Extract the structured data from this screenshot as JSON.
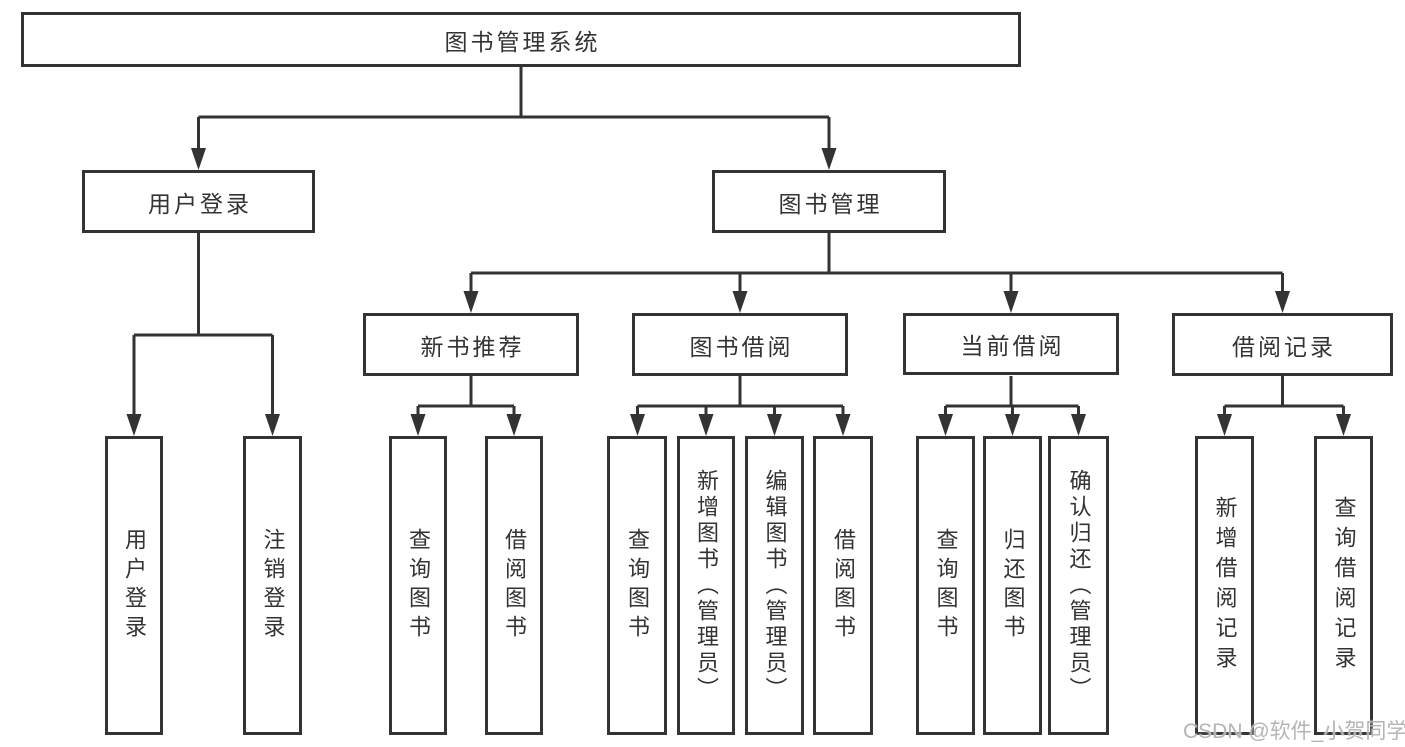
{
  "diagram": {
    "type": "tree",
    "title": "图书管理系统",
    "colors": {
      "line": "#333333",
      "text": "#333333",
      "box_background": "#ffffff",
      "page_background": "#ffffff",
      "watermark": "#b5b5b5"
    },
    "nodes": {
      "root": {
        "label": "图书管理系统",
        "children": [
          "user_login",
          "book_mgmt"
        ]
      },
      "user_login": {
        "label": "用户登录",
        "children": [
          "leaf_user_login",
          "leaf_logout"
        ]
      },
      "book_mgmt": {
        "label": "图书管理",
        "children": [
          "new_books",
          "book_borrow",
          "current_borrow",
          "borrow_records"
        ]
      },
      "new_books": {
        "label": "新书推荐",
        "children": [
          "leaf_nb_query",
          "leaf_nb_borrow"
        ]
      },
      "book_borrow": {
        "label": "图书借阅",
        "children": [
          "leaf_bb_query",
          "leaf_bb_add",
          "leaf_bb_edit",
          "leaf_bb_borrow"
        ]
      },
      "current_borrow": {
        "label": "当前借阅",
        "children": [
          "leaf_cb_query",
          "leaf_cb_return",
          "leaf_cb_confirm"
        ]
      },
      "borrow_records": {
        "label": "借阅记录",
        "children": [
          "leaf_br_add",
          "leaf_br_query"
        ]
      },
      "leaf_user_login": {
        "label": "用户登录"
      },
      "leaf_logout": {
        "label": "注销登录"
      },
      "leaf_nb_query": {
        "label": "查询图书"
      },
      "leaf_nb_borrow": {
        "label": "借阅图书"
      },
      "leaf_bb_query": {
        "label": "查询图书"
      },
      "leaf_bb_add": {
        "label": "新增图书（管理员）"
      },
      "leaf_bb_edit": {
        "label": "编辑图书（管理员）"
      },
      "leaf_bb_borrow": {
        "label": "借阅图书"
      },
      "leaf_cb_query": {
        "label": "查询图书"
      },
      "leaf_cb_return": {
        "label": "归还图书"
      },
      "leaf_cb_confirm": {
        "label": "确认归还（管理员）"
      },
      "leaf_br_add": {
        "label": "新增借阅记录"
      },
      "leaf_br_query": {
        "label": "查询借阅记录"
      }
    },
    "watermark": "CSDN @软件_小贺同学"
  }
}
